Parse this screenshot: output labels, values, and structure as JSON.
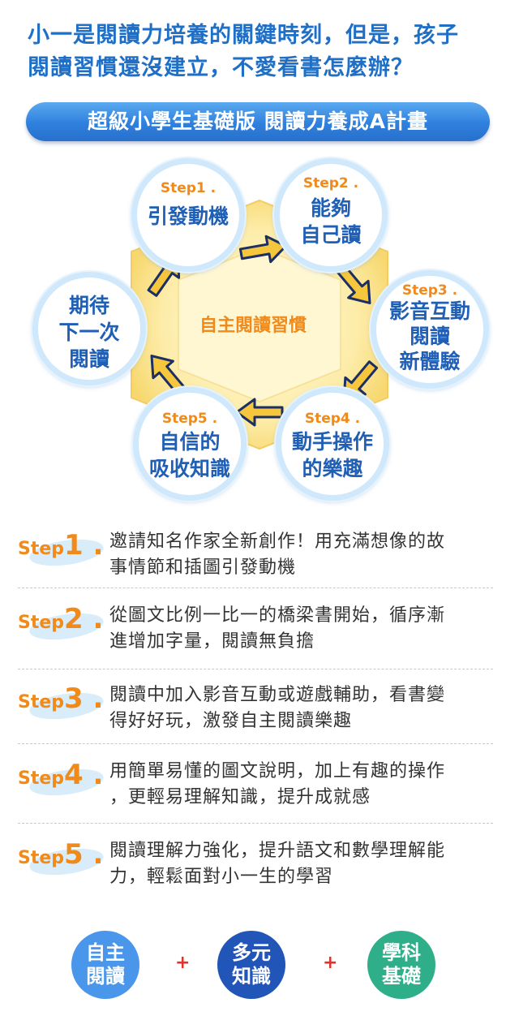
{
  "headline": {
    "line1": "小一是閱讀力培養的關鍵時刻，但是，孩子",
    "line2": "閱讀習慣還沒建立，不愛看書怎麼辦？"
  },
  "banner": {
    "title": "超級小學生基礎版  閱讀力養成A計畫"
  },
  "cycle": {
    "center": "自主閱讀習慣",
    "bubbles": [
      {
        "step": "Step1 .",
        "lines": [
          "引發動機"
        ]
      },
      {
        "step": "Step2 .",
        "lines": [
          "能夠",
          "自己讀"
        ]
      },
      {
        "step": "Step3 .",
        "lines": [
          "影音互動",
          "閱讀",
          "新體驗"
        ]
      },
      {
        "step": "Step4 .",
        "lines": [
          "動手操作",
          "的樂趣"
        ]
      },
      {
        "step": "Step5 .",
        "lines": [
          "自信的",
          "吸收知識"
        ]
      },
      {
        "step": "",
        "lines": [
          "期待",
          "下一次",
          "閱讀"
        ]
      }
    ]
  },
  "steps": [
    {
      "word": "Step",
      "num": "1 .",
      "line1": "邀請知名作家全新創作！用充滿想像的故",
      "line2": "事情節和插圖引發動機"
    },
    {
      "word": "Step",
      "num": "2 .",
      "line1": "從圖文比例一比一的橋梁書開始，循序漸",
      "line2": "進增加字量，閱讀無負擔"
    },
    {
      "word": "Step",
      "num": "3 .",
      "line1": "閱讀中加入影音互動或遊戲輔助，看書變",
      "line2": "得好好玩，激發自主閱讀樂趣"
    },
    {
      "word": "Step",
      "num": "4 .",
      "line1": "用簡單易懂的圖文說明，加上有趣的操作",
      "line2": "，更輕易理解知識，提升成就感"
    },
    {
      "word": "Step",
      "num": "5 .",
      "line1": "閱讀理解力強化，提升語文和數學理解能",
      "line2": "力，輕鬆面對小一生的學習"
    }
  ],
  "pillars": [
    {
      "line1": "自主",
      "line2": "閱讀",
      "color": "#4a96ea"
    },
    {
      "line1": "多元",
      "line2": "知識",
      "color": "#2156b8"
    },
    {
      "line1": "學科",
      "line2": "基礎",
      "color": "#2fae8a"
    }
  ],
  "plus_sign": "+"
}
